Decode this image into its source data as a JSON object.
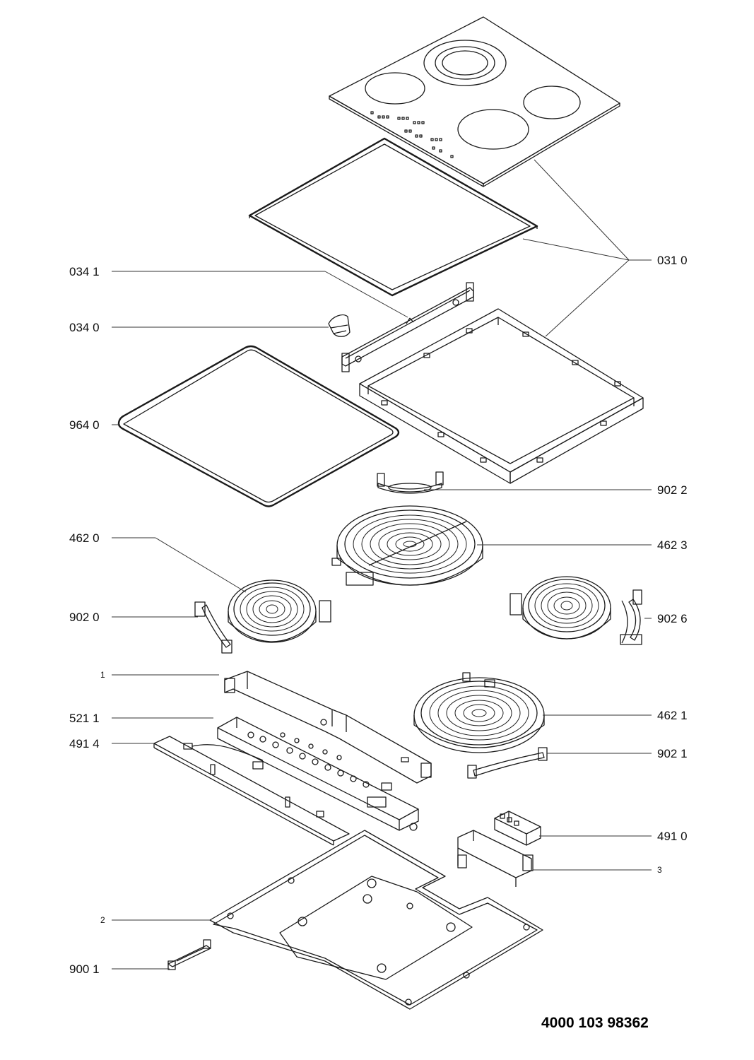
{
  "callouts": {
    "c0310": "031 0",
    "c0341": "034 1",
    "c0340": "034 0",
    "c9640": "964 0",
    "c9022": "902 2",
    "c4620": "462 0",
    "c4623": "462 3",
    "c9020": "902 0",
    "c9026": "902 6",
    "c1": "1",
    "c5211": "521 1",
    "c4621": "462 1",
    "c4914": "491 4",
    "c9021": "902 1",
    "c4910": "491 0",
    "c3": "3",
    "c2": "2",
    "c9001": "900 1"
  },
  "document_number": "4000 103 98362"
}
